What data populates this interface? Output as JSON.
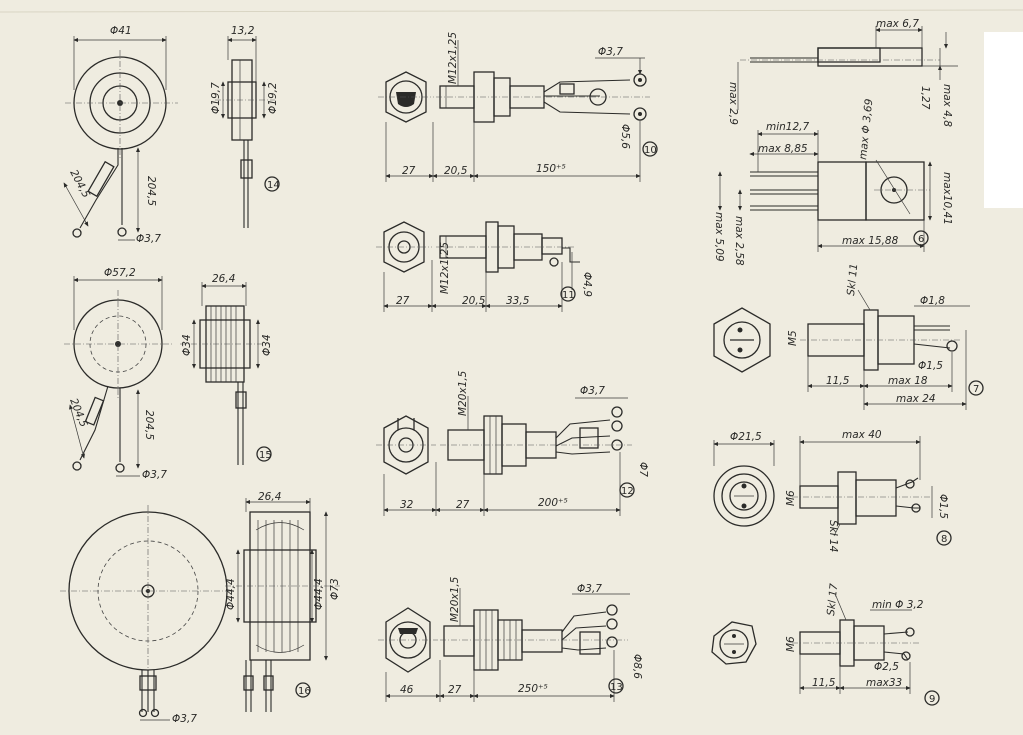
{
  "labels": {
    "d41": "Φ41",
    "d132": "13,2",
    "d197a": "Φ19,7",
    "d197b": "Φ19,2",
    "l2045a": "204,5",
    "l2045b": "204,5",
    "d37a": "Φ3,7",
    "n14": "14",
    "d572": "Φ57,2",
    "w264a": "26,4",
    "d34a": "Φ34",
    "d34b": "Φ34",
    "l2045c": "204,5",
    "l2045d": "204,5",
    "d37b": "Φ3,7",
    "n15": "15",
    "w264b": "26,4",
    "d444a": "Φ44,4",
    "d444b": "Φ44,4",
    "d73": "Φ73",
    "d37c": "Φ3,7",
    "n16": "16",
    "m12a": "M12x1,25",
    "d37d": "Φ3,7",
    "d56": "Φ5,6",
    "l27a": "27",
    "l205a": "20,5",
    "l150": "150⁺⁵",
    "n10": "10",
    "m12b": "M12x1,25",
    "l27b": "27",
    "l205b": "20,5",
    "l335": "33,5",
    "d49": "Φ4,9",
    "n11": "11",
    "m20a": "M20x1,5",
    "d37e": "Φ3,7",
    "d7": "Φ7",
    "l32": "32",
    "l27c": "27",
    "l200": "200⁺⁵",
    "n12": "12",
    "m20b": "M20x1,5",
    "d37f": "Φ3,7",
    "d86": "Φ8,6",
    "l46": "46",
    "l27d": "27",
    "l250": "250⁺⁵",
    "n13": "13",
    "max67": "max 6,7",
    "max48": "max 4,8",
    "l127": "1,27",
    "max29": "max 2,9",
    "min127": "min12,7",
    "max885": "max 8,85",
    "max369": "max Φ 3,69",
    "max1041": "max10,41",
    "max509": "max 5,09",
    "max258": "max 2,58",
    "max1588": "max 15,88",
    "n6": "6",
    "skl11": "Ѕkl 11",
    "d18": "Φ1,8",
    "m5": "M5",
    "d15a": "Φ1,5",
    "l115a": "11,5",
    "max18": "max 18",
    "max24": "max 24",
    "n7": "7",
    "d215": "Φ21,5",
    "max40": "max 40",
    "m6a": "M6",
    "d15b": "Φ1,5",
    "skl14": "Ѕkl 14",
    "n8": "8",
    "skl17": "Ѕkl 17",
    "min32": "min Φ 3,2",
    "m6b": "M6",
    "d25": "Φ2,5",
    "l115b": "11,5",
    "max33": "max33",
    "n9": "9"
  }
}
